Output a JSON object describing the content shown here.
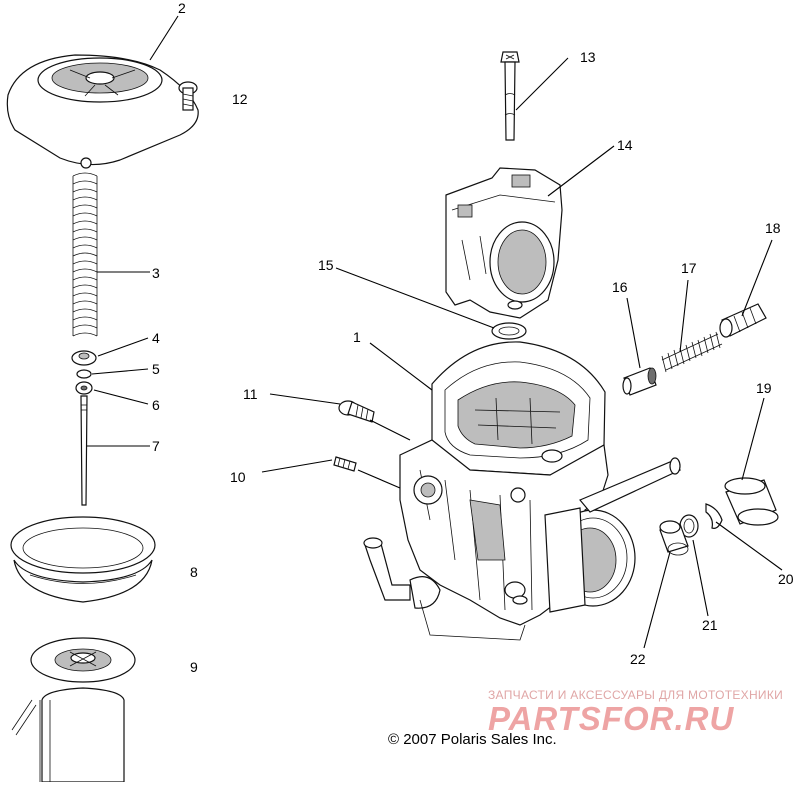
{
  "callouts": [
    "1",
    "2",
    "3",
    "4",
    "5",
    "6",
    "7",
    "8",
    "9",
    "10",
    "11",
    "12",
    "13",
    "14",
    "15",
    "16",
    "17",
    "18",
    "19",
    "20",
    "21",
    "22"
  ],
  "copyright": "© 2007 Polaris Sales Inc.",
  "watermark": {
    "tagline": "ЗАПЧАСТИ И АКСЕССУАРЫ ДЛЯ МОТОТЕХНИКИ",
    "brand": "PARTSFOR.RU",
    "color": "#e05a5a"
  }
}
